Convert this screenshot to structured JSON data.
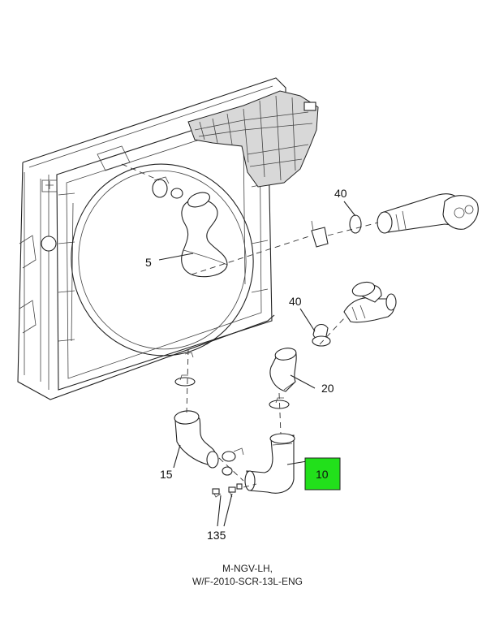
{
  "callouts": {
    "c5": "5",
    "c10": "10",
    "c15": "15",
    "c20": "20",
    "c40a": "40",
    "c40b": "40",
    "c135": "135"
  },
  "highlight_color": "#22e01b",
  "caption": {
    "line1": "M-NGV-LH,",
    "line2": "W/F-2010-SCR-13L-ENG"
  }
}
